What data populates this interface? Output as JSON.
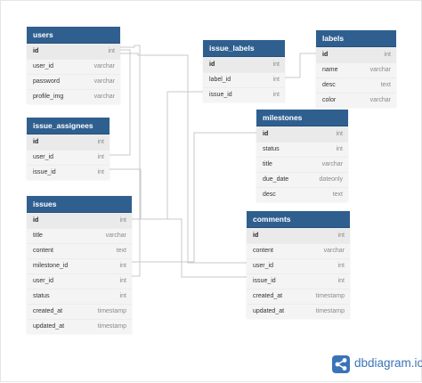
{
  "colors": {
    "header_bg": "#2f5f8f",
    "header_text": "#ffffff",
    "body_bg": "#f4f4f4",
    "type_text": "#8a8a8a",
    "link_line": "#c8c8c8",
    "brand": "#3a73b8"
  },
  "tables": [
    {
      "key": "users",
      "name": "users",
      "fields": [
        {
          "name": "id",
          "type": "int",
          "pk": true
        },
        {
          "name": "user_id",
          "type": "varchar"
        },
        {
          "name": "password",
          "type": "varchar"
        },
        {
          "name": "profile_img",
          "type": "varchar"
        }
      ]
    },
    {
      "key": "issue_assignees",
      "name": "issue_assignees",
      "fields": [
        {
          "name": "id",
          "type": "int",
          "pk": true
        },
        {
          "name": "user_id",
          "type": "int"
        },
        {
          "name": "issue_id",
          "type": "int"
        }
      ]
    },
    {
      "key": "issues",
      "name": "issues",
      "fields": [
        {
          "name": "id",
          "type": "int",
          "pk": true
        },
        {
          "name": "title",
          "type": "varchar"
        },
        {
          "name": "content",
          "type": "text"
        },
        {
          "name": "milestone_id",
          "type": "int"
        },
        {
          "name": "user_id",
          "type": "int"
        },
        {
          "name": "status",
          "type": "int"
        },
        {
          "name": "created_at",
          "type": "timestamp"
        },
        {
          "name": "updated_at",
          "type": "timestamp"
        }
      ]
    },
    {
      "key": "issue_labels",
      "name": "issue_labels",
      "fields": [
        {
          "name": "id",
          "type": "int",
          "pk": true
        },
        {
          "name": "label_id",
          "type": "int"
        },
        {
          "name": "issue_id",
          "type": "int"
        }
      ]
    },
    {
      "key": "labels",
      "name": "labels",
      "fields": [
        {
          "name": "id",
          "type": "int",
          "pk": true
        },
        {
          "name": "name",
          "type": "varchar"
        },
        {
          "name": "desc",
          "type": "text"
        },
        {
          "name": "color",
          "type": "varchar"
        }
      ]
    },
    {
      "key": "milestones",
      "name": "milestones",
      "fields": [
        {
          "name": "id",
          "type": "int",
          "pk": true
        },
        {
          "name": "status",
          "type": "int"
        },
        {
          "name": "title",
          "type": "varchar"
        },
        {
          "name": "due_date",
          "type": "dateonly"
        },
        {
          "name": "desc",
          "type": "text"
        }
      ]
    },
    {
      "key": "comments",
      "name": "comments",
      "fields": [
        {
          "name": "id",
          "type": "int",
          "pk": true
        },
        {
          "name": "content",
          "type": "varchar"
        },
        {
          "name": "user_id",
          "type": "int"
        },
        {
          "name": "issue_id",
          "type": "int"
        },
        {
          "name": "created_at",
          "type": "timestamp"
        },
        {
          "name": "updated_at",
          "type": "timestamp"
        }
      ]
    }
  ],
  "relationships": [
    {
      "from": "issue_assignees.user_id",
      "to": "users.id"
    },
    {
      "from": "comments.user_id",
      "to": "users.id"
    },
    {
      "from": "issues.user_id",
      "to": "users.id"
    },
    {
      "from": "issue_assignees.issue_id",
      "to": "issues.id"
    },
    {
      "from": "issue_labels.issue_id",
      "to": "issues.id"
    },
    {
      "from": "comments.issue_id",
      "to": "issues.id"
    },
    {
      "from": "issue_labels.label_id",
      "to": "labels.id"
    },
    {
      "from": "issues.milestone_id",
      "to": "milestones.id"
    }
  ],
  "branding": {
    "text": "dbdiagram.io",
    "icon": "share-nodes-icon"
  }
}
